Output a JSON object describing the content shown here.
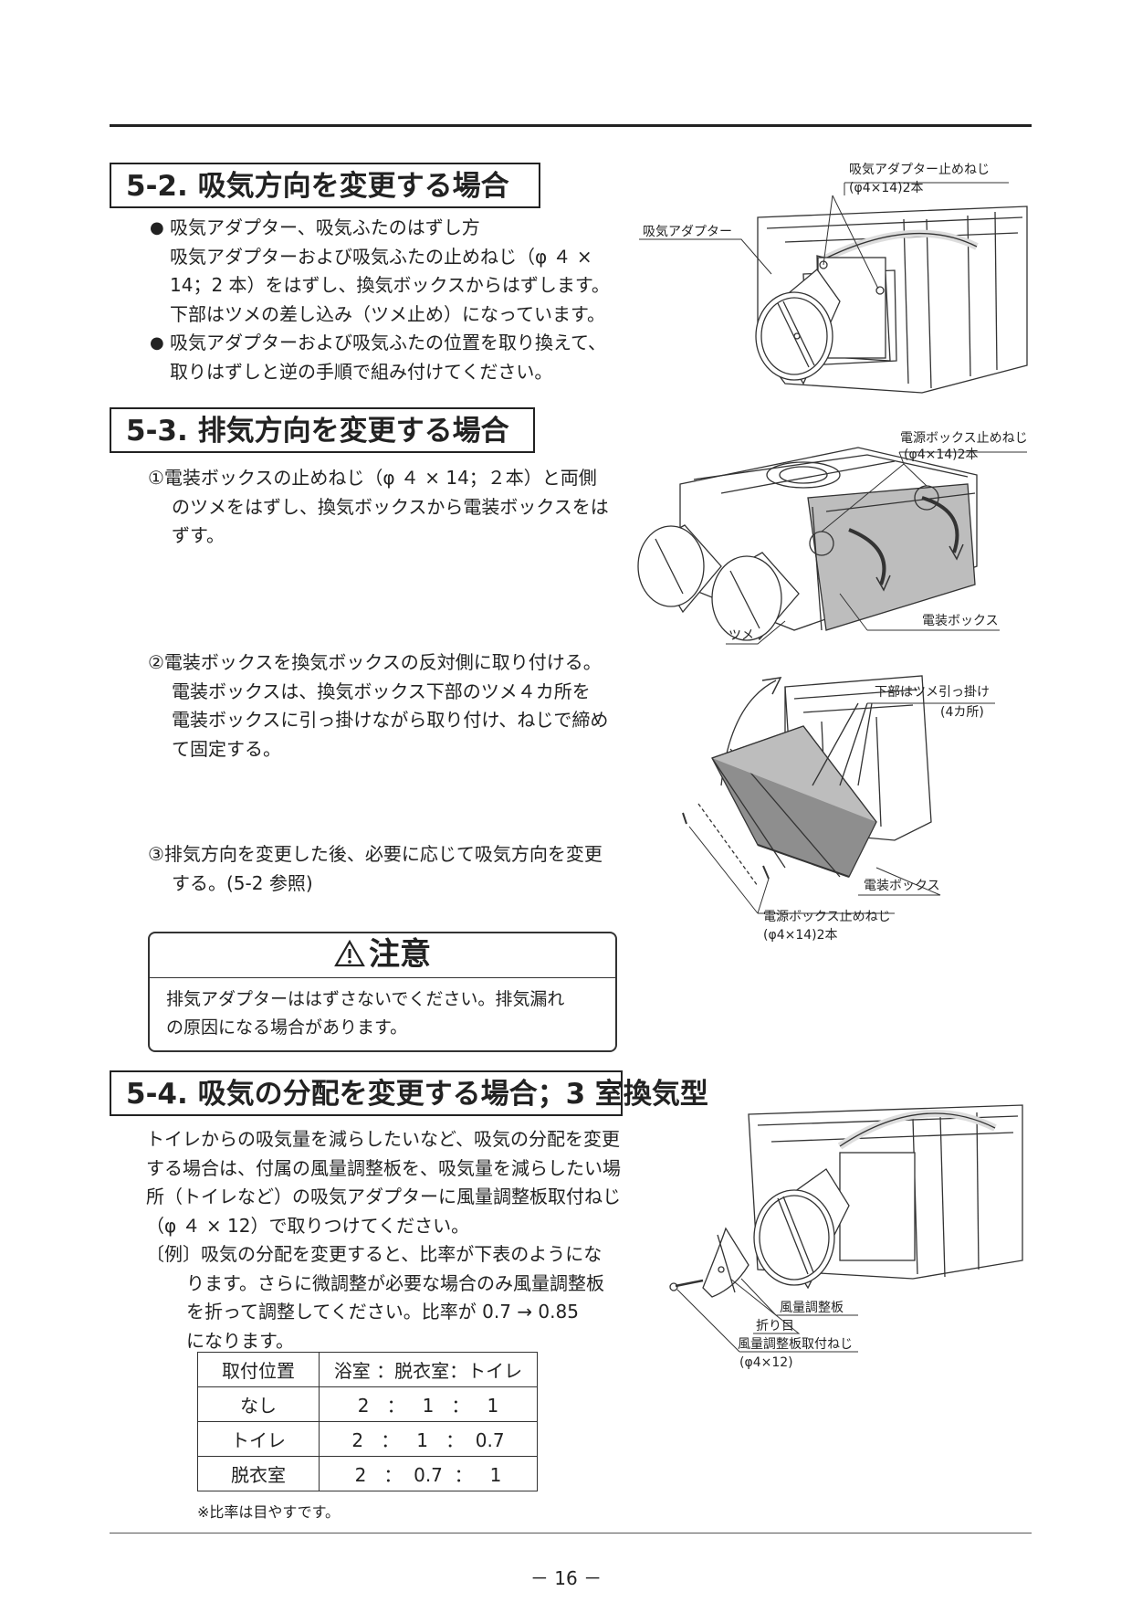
{
  "sec52": {
    "title": "5-2.  吸気方向を変更する場合",
    "b1": "吸気アダプター、吸気ふたのはずし方",
    "b1l1": "吸気アダプターおよび吸気ふたの止めねじ（φ ４ ×",
    "b1l2": "14；2 本）をはずし、換気ボックスからはずします。",
    "b1l3": "下部はツメの差し込み（ツメ止め）になっています。",
    "b2": "吸気アダプターおよび吸気ふたの位置を取り換えて、",
    "b2l1": "取りはずしと逆の手順で組み付けてください。"
  },
  "sec53": {
    "title": "5-3.  排気方向を変更する場合",
    "s1a": "①電装ボックスの止めねじ（φ ４ × 14；２本）と両側",
    "s1b": "のツメをはずし、換気ボックスから電装ボックスをは",
    "s1c": "ずす。",
    "s2a": "②電装ボックスを換気ボックスの反対側に取り付ける。",
    "s2b": "電装ボックスは、換気ボックス下部のツメ４カ所を",
    "s2c": "電装ボックスに引っ掛けながら取り付け、ねじで締め",
    "s2d": "て固定する。",
    "s3a": "③排気方向を変更した後、必要に応じて吸気方向を変更",
    "s3b": "する。(5-2 参照)"
  },
  "caution": {
    "title": "注意",
    "l1": "排気アダプターははずさないでください。排気漏れ",
    "l2": "の原因になる場合があります。"
  },
  "sec54": {
    "title": "5-4.  吸気の分配を変更する場合；3 室換気型",
    "p1": "トイレからの吸気量を減らしたいなど、吸気の分配を変更",
    "p2": "する場合は、付属の風量調整板を、吸気量を減らしたい場",
    "p3": "所（トイレなど）の吸気アダプターに風量調整板取付ねじ",
    "p4": "（φ ４ × 12）で取りつけてください。",
    "e1": "〔例〕吸気の分配を変更すると、比率が下表のようにな",
    "e2": "ります。さらに微調整が必要な場合のみ風量調整板",
    "e3": "を折って調整してください。比率が 0.7 → 0.85",
    "e4": "になります。"
  },
  "table": {
    "header": [
      "取付位置",
      "浴室 ：脱衣室：トイレ"
    ],
    "rows": [
      [
        "なし",
        "2   ：   1   ：   1"
      ],
      [
        "トイレ",
        "2   ：   1   ：  0.7"
      ],
      [
        "脱衣室",
        "2   ：  0.7  ：   1"
      ]
    ]
  },
  "note": "※比率は目やすです。",
  "page_number": "－ 16 －",
  "labels": {
    "fig1_screw": "吸気アダプター止めねじ",
    "fig1_screw_size": "(φ4×14)2本",
    "fig1_adapter": "吸気アダプター",
    "fig2_screw": "電源ボックス止めねじ",
    "fig2_screw_size": "(φ4×14)2本",
    "fig2_tsume": "ツメ",
    "fig2_box": "電装ボックス",
    "fig3_hook": "下部はツメ引っ掛け",
    "fig3_hook_count": "(4カ所)",
    "fig3_box": "電装ボックス",
    "fig3_screw": "電源ボックス止めねじ",
    "fig3_screw_size": "(φ4×14)2本",
    "fig4_plate": "風量調整板",
    "fig4_fold": "折り目",
    "fig4_screw": "風量調整板取付ねじ",
    "fig4_screw_size": "(φ4×12)"
  }
}
